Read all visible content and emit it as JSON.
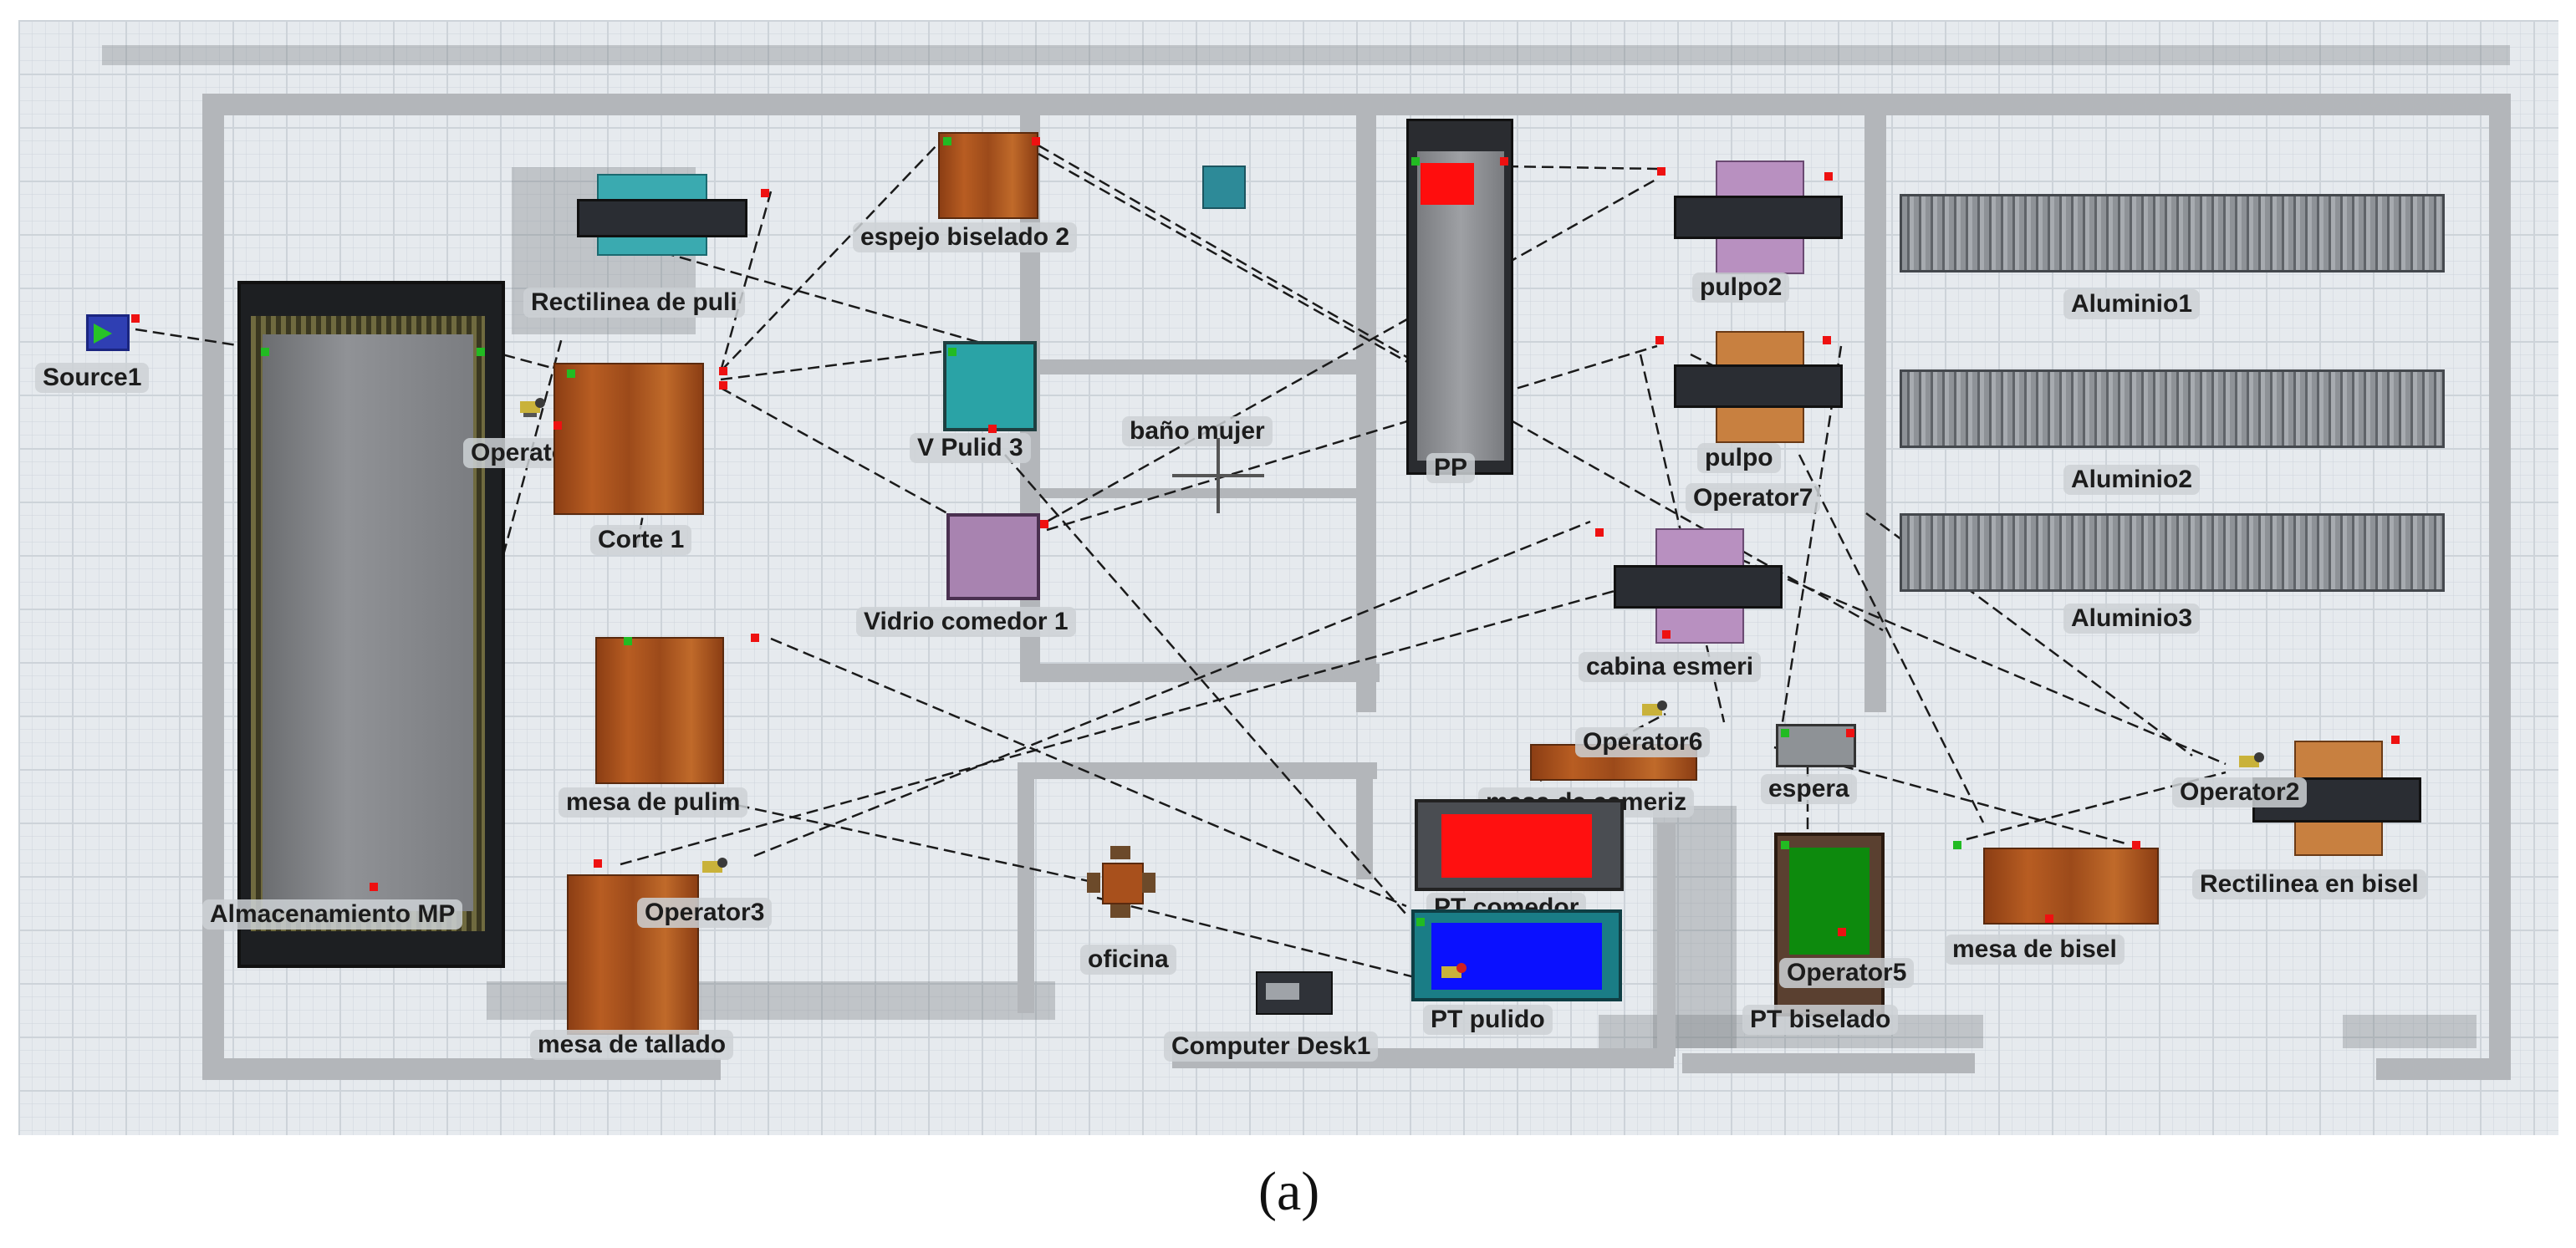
{
  "labels": {
    "source1": "Source1",
    "almacenamiento": "Almacenamiento MP",
    "operator1": "Operator1",
    "corte1": "Corte 1",
    "rectilinea_puli": "Rectilinea de puli",
    "espejo_biselado": "espejo biselado 2",
    "v_pulid": "V Pulid 3",
    "vidrio_comedor": "Vidrio comedor 1",
    "bano_mujer": "baño mujer",
    "pp": "PP",
    "pulpo2": "pulpo2",
    "pulpo": "pulpo",
    "operator7": "Operator7",
    "aluminio1": "Aluminio1",
    "aluminio2": "Aluminio2",
    "aluminio3": "Aluminio3",
    "cabina_esmeri": "cabina esmeri",
    "operator6": "Operator6",
    "mesa_esmeriz": "mesa de esmeriz",
    "espera": "espera",
    "operator2": "Operator2",
    "rectilinea_bisel": "Rectilinea en bisel",
    "mesa_pulim": "mesa de pulim",
    "operator3": "Operator3",
    "mesa_tallado": "mesa de tallado",
    "oficina": "oficina",
    "computer_desk": "Computer Desk1",
    "pt_comedor": "PT comedor",
    "pt_pulido": "PT pulido",
    "pt_biselado": "PT biselado",
    "operator5": "Operator5",
    "mesa_bisel": "mesa de bisel"
  },
  "caption": "(a)",
  "icons": [
    "operator-icon",
    "crosshair-icon",
    "chair-icon"
  ],
  "colors": {
    "floor": "#e6eaee",
    "wall": "#b3b6ba",
    "wood": "#a8501c",
    "source": "#2f3fb3",
    "input_port": "#22bb22",
    "output_port": "#ee1111",
    "pt_comedor_fill": "#ff1010",
    "pt_pulido_fill": "#0a10ff",
    "pt_biselado_fill": "#0d8a0d",
    "v_pulid_fill": "#2aa3a6",
    "vidrio_comedor_fill": "#a883b0",
    "pulpo_teal": "#3aaab0",
    "pulpo_pink": "#b890c0",
    "pulpo_orange": "#c88040"
  }
}
